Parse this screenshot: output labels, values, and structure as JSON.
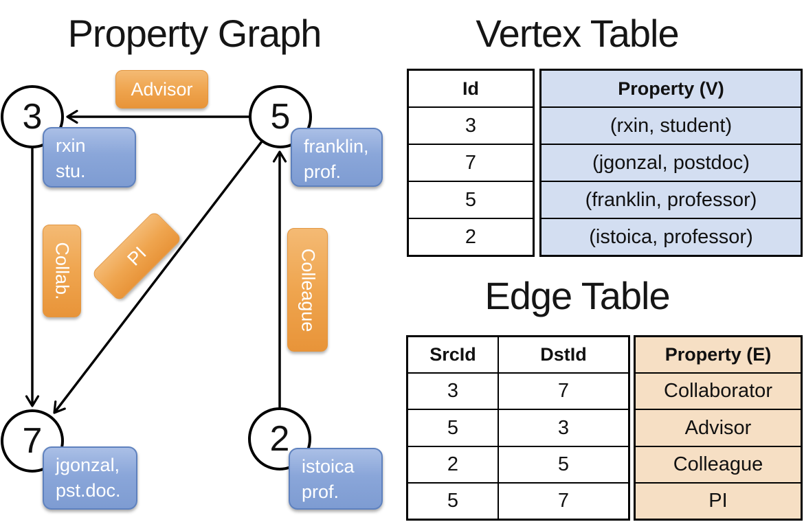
{
  "graph": {
    "title": "Property Graph",
    "nodes": [
      {
        "id": "3",
        "line1": "rxin",
        "line2": "stu."
      },
      {
        "id": "5",
        "line1": "franklin,",
        "line2": "prof."
      },
      {
        "id": "7",
        "line1": "jgonzal,",
        "line2": "pst.doc."
      },
      {
        "id": "2",
        "line1": "istoica",
        "line2": "prof."
      }
    ],
    "edge_labels": {
      "advisor": "Advisor",
      "collab": "Collab.",
      "pi": "PI",
      "colleague": "Colleague"
    }
  },
  "vertex_table": {
    "title": "Vertex Table",
    "headers": {
      "id": "Id",
      "property": "Property (V)"
    },
    "rows": [
      {
        "id": "3",
        "property": "(rxin, student)"
      },
      {
        "id": "7",
        "property": "(jgonzal, postdoc)"
      },
      {
        "id": "5",
        "property": "(franklin, professor)"
      },
      {
        "id": "2",
        "property": "(istoica, professor)"
      }
    ]
  },
  "edge_table": {
    "title": "Edge Table",
    "headers": {
      "src": "SrcId",
      "dst": "DstId",
      "property": "Property (E)"
    },
    "rows": [
      {
        "src": "3",
        "dst": "7",
        "property": "Collaborator"
      },
      {
        "src": "5",
        "dst": "3",
        "property": "Advisor"
      },
      {
        "src": "2",
        "dst": "5",
        "property": "Colleague"
      },
      {
        "src": "5",
        "dst": "7",
        "property": "PI"
      }
    ]
  },
  "colors": {
    "edge_label_orange": "#efa54f",
    "vertex_box_blue": "#8aa6d9",
    "vertex_table_fill": "#d3def1",
    "edge_table_fill": "#f6dfc4",
    "line_black": "#000000"
  }
}
